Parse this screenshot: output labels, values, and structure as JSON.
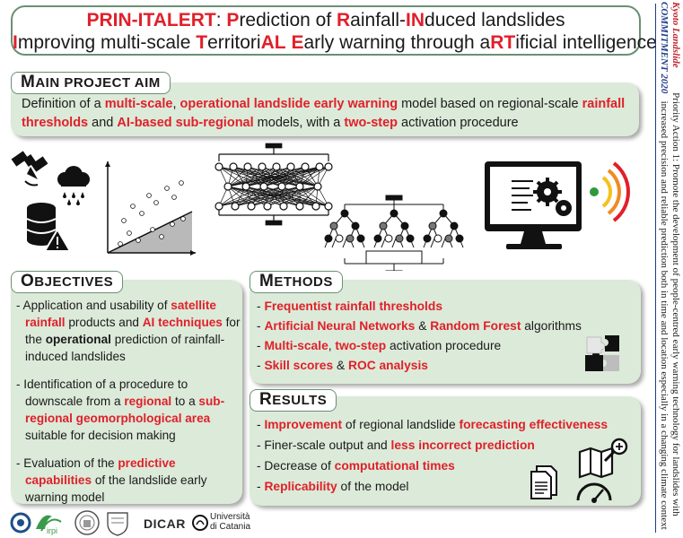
{
  "title": {
    "line1": [
      {
        "t": "PRIN-ITALERT",
        "red": true
      },
      {
        "t": ": ",
        "red": false
      },
      {
        "t": "P",
        "red": true
      },
      {
        "t": "rediction of ",
        "red": false
      },
      {
        "t": "R",
        "red": true
      },
      {
        "t": "ainfall-",
        "red": false
      },
      {
        "t": "IN",
        "red": true
      },
      {
        "t": "duced landslides",
        "red": false
      }
    ],
    "line2": [
      {
        "t": "I",
        "red": true
      },
      {
        "t": "mproving multi-scale ",
        "red": false
      },
      {
        "t": "T",
        "red": true
      },
      {
        "t": "erritori",
        "red": false
      },
      {
        "t": "AL",
        "red": true
      },
      {
        "t": " ",
        "red": false
      },
      {
        "t": "E",
        "red": true
      },
      {
        "t": "arly warning through a",
        "red": false
      },
      {
        "t": "RT",
        "red": true
      },
      {
        "t": "ificial intelligence",
        "red": false
      }
    ]
  },
  "aim": {
    "head_first": "M",
    "head_rest": "AIN PROJECT AIM",
    "text": [
      {
        "t": "Definition of a ",
        "red": false
      },
      {
        "t": "multi-scale",
        "red": true
      },
      {
        "t": ", ",
        "red": false
      },
      {
        "t": "operational landslide early warning",
        "red": true
      },
      {
        "t": " model based on regional-scale ",
        "red": false
      },
      {
        "t": "rainfall thresholds",
        "red": true
      },
      {
        "t": " and ",
        "red": false
      },
      {
        "t": "AI-based sub-regional",
        "red": true
      },
      {
        "t": " models, with a ",
        "red": false
      },
      {
        "t": "two-step",
        "red": true
      },
      {
        "t": " activation procedure",
        "red": false
      }
    ]
  },
  "objectives": {
    "head_first": "O",
    "head_rest": "BJECTIVES",
    "items": [
      [
        {
          "t": "- Application and usability of ",
          "red": false
        },
        {
          "t": "satellite rainfall",
          "red": true
        },
        {
          "t": " products and ",
          "red": false
        },
        {
          "t": "AI techniques",
          "red": true
        },
        {
          "t": " for the ",
          "red": false
        },
        {
          "t": "operational",
          "bold": true
        },
        {
          "t": " prediction of rainfall-induced landslides",
          "red": false
        }
      ],
      [
        {
          "t": "- Identification of a procedure to downscale from a ",
          "red": false
        },
        {
          "t": "regional",
          "red": true
        },
        {
          "t": " to a ",
          "red": false
        },
        {
          "t": "sub-regional geomorphological area",
          "red": true
        },
        {
          "t": " suitable for decision making",
          "red": false
        }
      ],
      [
        {
          "t": "- Evaluation of the ",
          "red": false
        },
        {
          "t": "predictive capabilities",
          "red": true
        },
        {
          "t": " of the landslide early warning model",
          "red": false
        }
      ]
    ]
  },
  "methods": {
    "head_first": "M",
    "head_rest": "ETHODS",
    "items": [
      [
        {
          "t": "- ",
          "red": false
        },
        {
          "t": "Frequentist rainfall thresholds",
          "red": true
        }
      ],
      [
        {
          "t": "- ",
          "red": false
        },
        {
          "t": "Artificial Neural Networks",
          "red": true
        },
        {
          "t": " & ",
          "red": false
        },
        {
          "t": "Random Forest",
          "red": true
        },
        {
          "t": " algorithms",
          "red": false
        }
      ],
      [
        {
          "t": "- ",
          "red": false
        },
        {
          "t": "Multi-scale",
          "red": true
        },
        {
          "t": ", ",
          "red": false
        },
        {
          "t": "two-step",
          "red": true
        },
        {
          "t": " activation procedure",
          "red": false
        }
      ],
      [
        {
          "t": "- ",
          "red": false
        },
        {
          "t": "Skill scores",
          "red": true
        },
        {
          "t": " & ",
          "red": false
        },
        {
          "t": "ROC analysis",
          "red": true
        }
      ]
    ]
  },
  "results": {
    "head_first": "R",
    "head_rest": "ESULTS",
    "items": [
      [
        {
          "t": "- ",
          "red": false
        },
        {
          "t": "Improvement",
          "red": true
        },
        {
          "t": " of regional landslide ",
          "red": false
        },
        {
          "t": "forecasting effectiveness",
          "red": true
        }
      ],
      [
        {
          "t": "- Finer-scale output and ",
          "red": false
        },
        {
          "t": "less incorrect prediction",
          "red": true
        }
      ],
      [
        {
          "t": "- Decrease of ",
          "red": false
        },
        {
          "t": "computational times",
          "red": true
        }
      ],
      [
        {
          "t": "- ",
          "red": false
        },
        {
          "t": "Replicability",
          "red": true
        },
        {
          "t": " of the model",
          "red": false
        }
      ]
    ]
  },
  "sidebar": {
    "kyoto": "Kyoto Landslide",
    "commitment": "COMMITMENT 2020",
    "action_line1": "Priority Action 1: Promote the development of people-centred early warning technology for landslides with",
    "action_line2": "increased precision and reliable  prediction both in time and location especially in a changing climate context"
  },
  "logos": {
    "dicar": "DICAR",
    "unict_line1": "Università",
    "unict_line2": "di Catania",
    "irpi": "irpi"
  },
  "icons": [
    "satellite-icon",
    "rain-cloud-icon",
    "database-warning-icon",
    "scatter-threshold-plot-icon",
    "neural-network-icon",
    "random-forest-icon",
    "computer-alert-icon",
    "puzzle-icon",
    "documents-icon",
    "map-search-icon",
    "speedometer-icon"
  ],
  "colors": {
    "accent_red": "#e0202a",
    "panel_green": "#dcead9",
    "border_green": "#6b8f74",
    "alert_green": "#2e9a3a",
    "alert_orange": "#f08a24",
    "alert_red": "#e0202a"
  }
}
